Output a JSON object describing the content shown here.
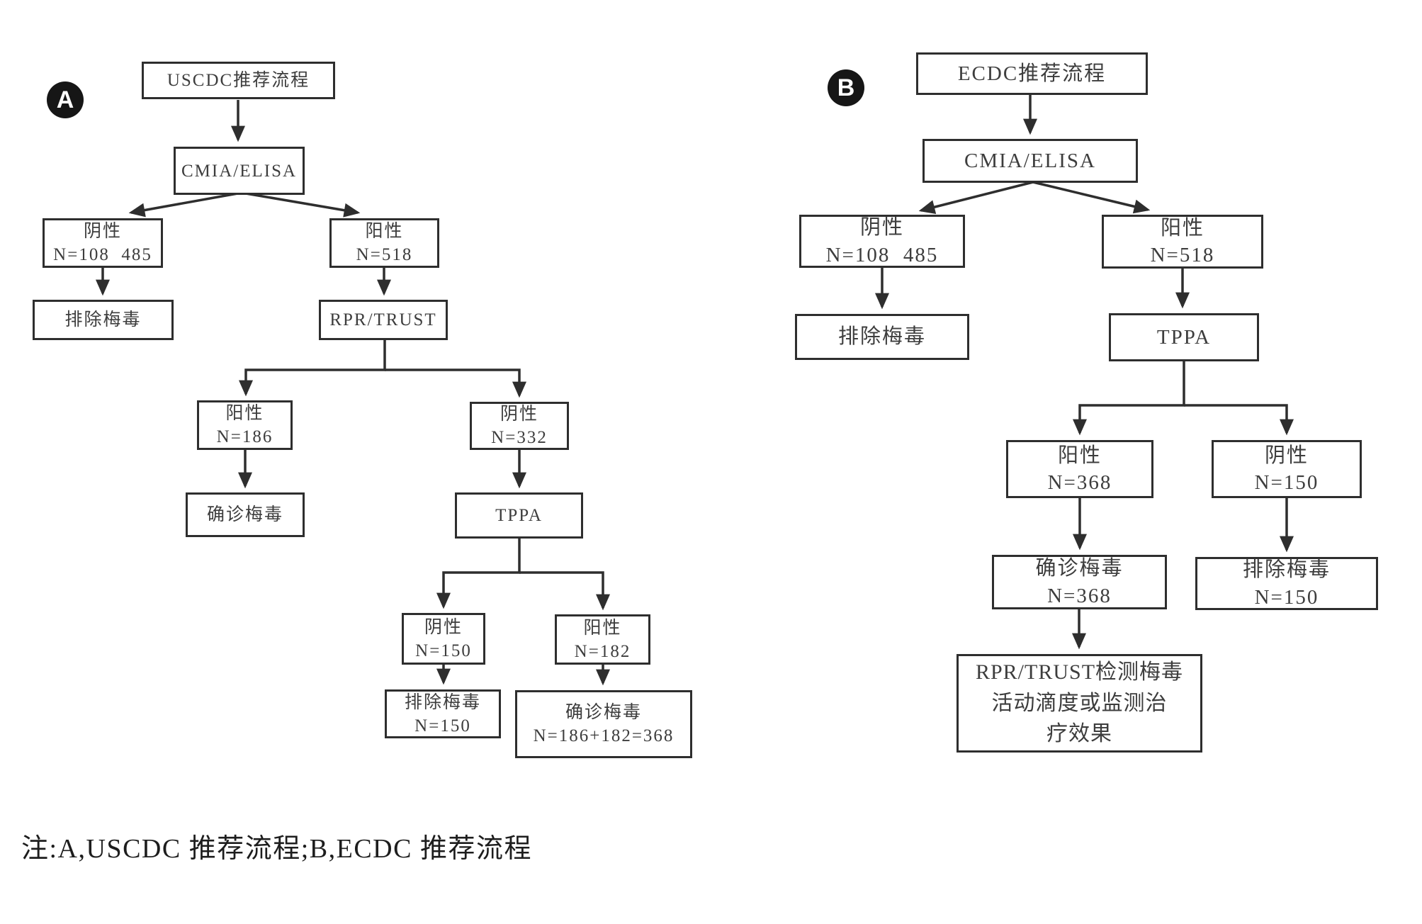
{
  "colors": {
    "line": "#2e2e2e",
    "badge_bg": "#161616",
    "badge_fg": "#ffffff"
  },
  "note": "注:A,USCDC 推荐流程;B,ECDC 推荐流程",
  "panelA": {
    "badge": "A",
    "title": [
      "USCDC推荐流程"
    ],
    "cmia": [
      "CMIA/ELISA"
    ],
    "neg_screen": [
      "阴性",
      "N=108  485"
    ],
    "exclude_screen": [
      "排除梅毒"
    ],
    "pos_screen": [
      "阳性",
      "N=518"
    ],
    "rpr": [
      "RPR/TRUST"
    ],
    "rpr_pos": [
      "阳性",
      "N=186"
    ],
    "confirm_rpr": [
      "确诊梅毒"
    ],
    "rpr_neg": [
      "阴性",
      "N=332"
    ],
    "tppa": [
      "TPPA"
    ],
    "tppa_neg": [
      "阴性",
      "N=150"
    ],
    "tppa_pos": [
      "阳性",
      "N=182"
    ],
    "exclude_tppa": [
      "排除梅毒",
      "N=150"
    ],
    "confirm_total": [
      "确诊梅毒",
      "N=186+182=368"
    ]
  },
  "panelB": {
    "badge": "B",
    "title": [
      "ECDC推荐流程"
    ],
    "cmia": [
      "CMIA/ELISA"
    ],
    "neg_screen": [
      "阴性",
      "N=108  485"
    ],
    "exclude_screen": [
      "排除梅毒"
    ],
    "pos_screen": [
      "阳性",
      "N=518"
    ],
    "tppa": [
      "TPPA"
    ],
    "tppa_pos": [
      "阳性",
      "N=368"
    ],
    "tppa_neg": [
      "阴性",
      "N=150"
    ],
    "confirm": [
      "确诊梅毒",
      "N=368"
    ],
    "exclude_tppa": [
      "排除梅毒",
      "N=150"
    ],
    "followup": [
      "RPR/TRUST检测梅毒",
      "活动滴度或监测治",
      "疗效果"
    ]
  }
}
